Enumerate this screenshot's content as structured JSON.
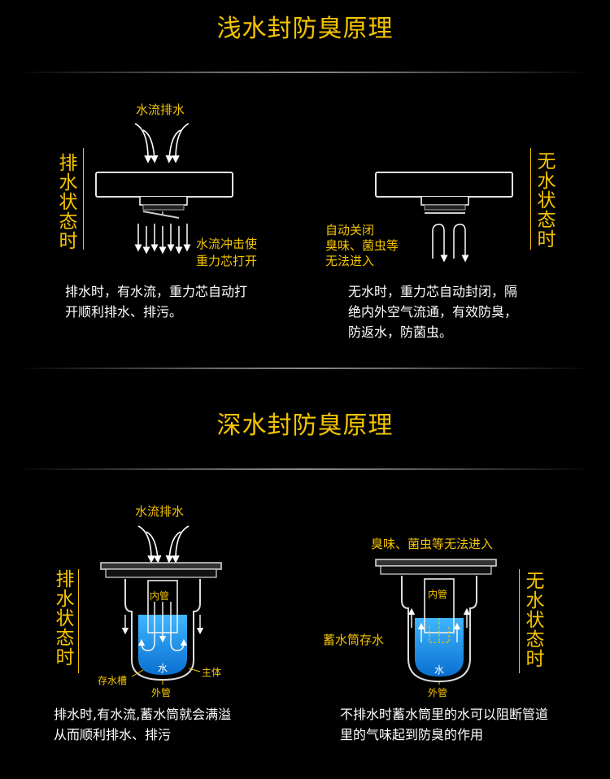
{
  "section1": {
    "title": "浅水封防臭原理",
    "left": {
      "side_label": "排水状态时",
      "top_label": "水流排水",
      "side_note_line1": "水流冲击使",
      "side_note_line2": "重力芯打开",
      "desc_line1": "排水时，有水流，重力芯自动打",
      "desc_line2": "开顺利排水、排污。"
    },
    "right": {
      "side_label": "无水状态时",
      "note_line1": "自动关闭",
      "note_line2": "臭味、菌虫等",
      "note_line3": "无法进入",
      "desc_line1": "无水时，重力芯自动封闭，隔",
      "desc_line2": "绝内外空气流通，有效防臭，",
      "desc_line3": "防返水，防菌虫。"
    }
  },
  "section2": {
    "title": "深水封防臭原理",
    "left": {
      "side_label": "排水状态时",
      "top_label": "水流排水",
      "inner_pipe": "内管",
      "water": "水",
      "tank": "存水槽",
      "body": "主体",
      "outer_pipe": "外管",
      "desc_line1": "排水时,有水流,蓄水筒就会满溢",
      "desc_line2": "从而顺利排水、排污"
    },
    "right": {
      "side_label": "无水状态时",
      "top_label": "臭味、菌虫等无法进入",
      "inner_pipe": "内管",
      "storage_label": "蓄水筒存水",
      "water": "水",
      "outer_pipe": "外管",
      "desc_line1": "不排水时蓄水筒里的水可以阻断管道",
      "desc_line2": "里的气味起到防臭的作用"
    }
  },
  "colors": {
    "accent": "#f5c400",
    "background": "#000000",
    "water": "#1e9ff0",
    "line": "#ffffff"
  }
}
